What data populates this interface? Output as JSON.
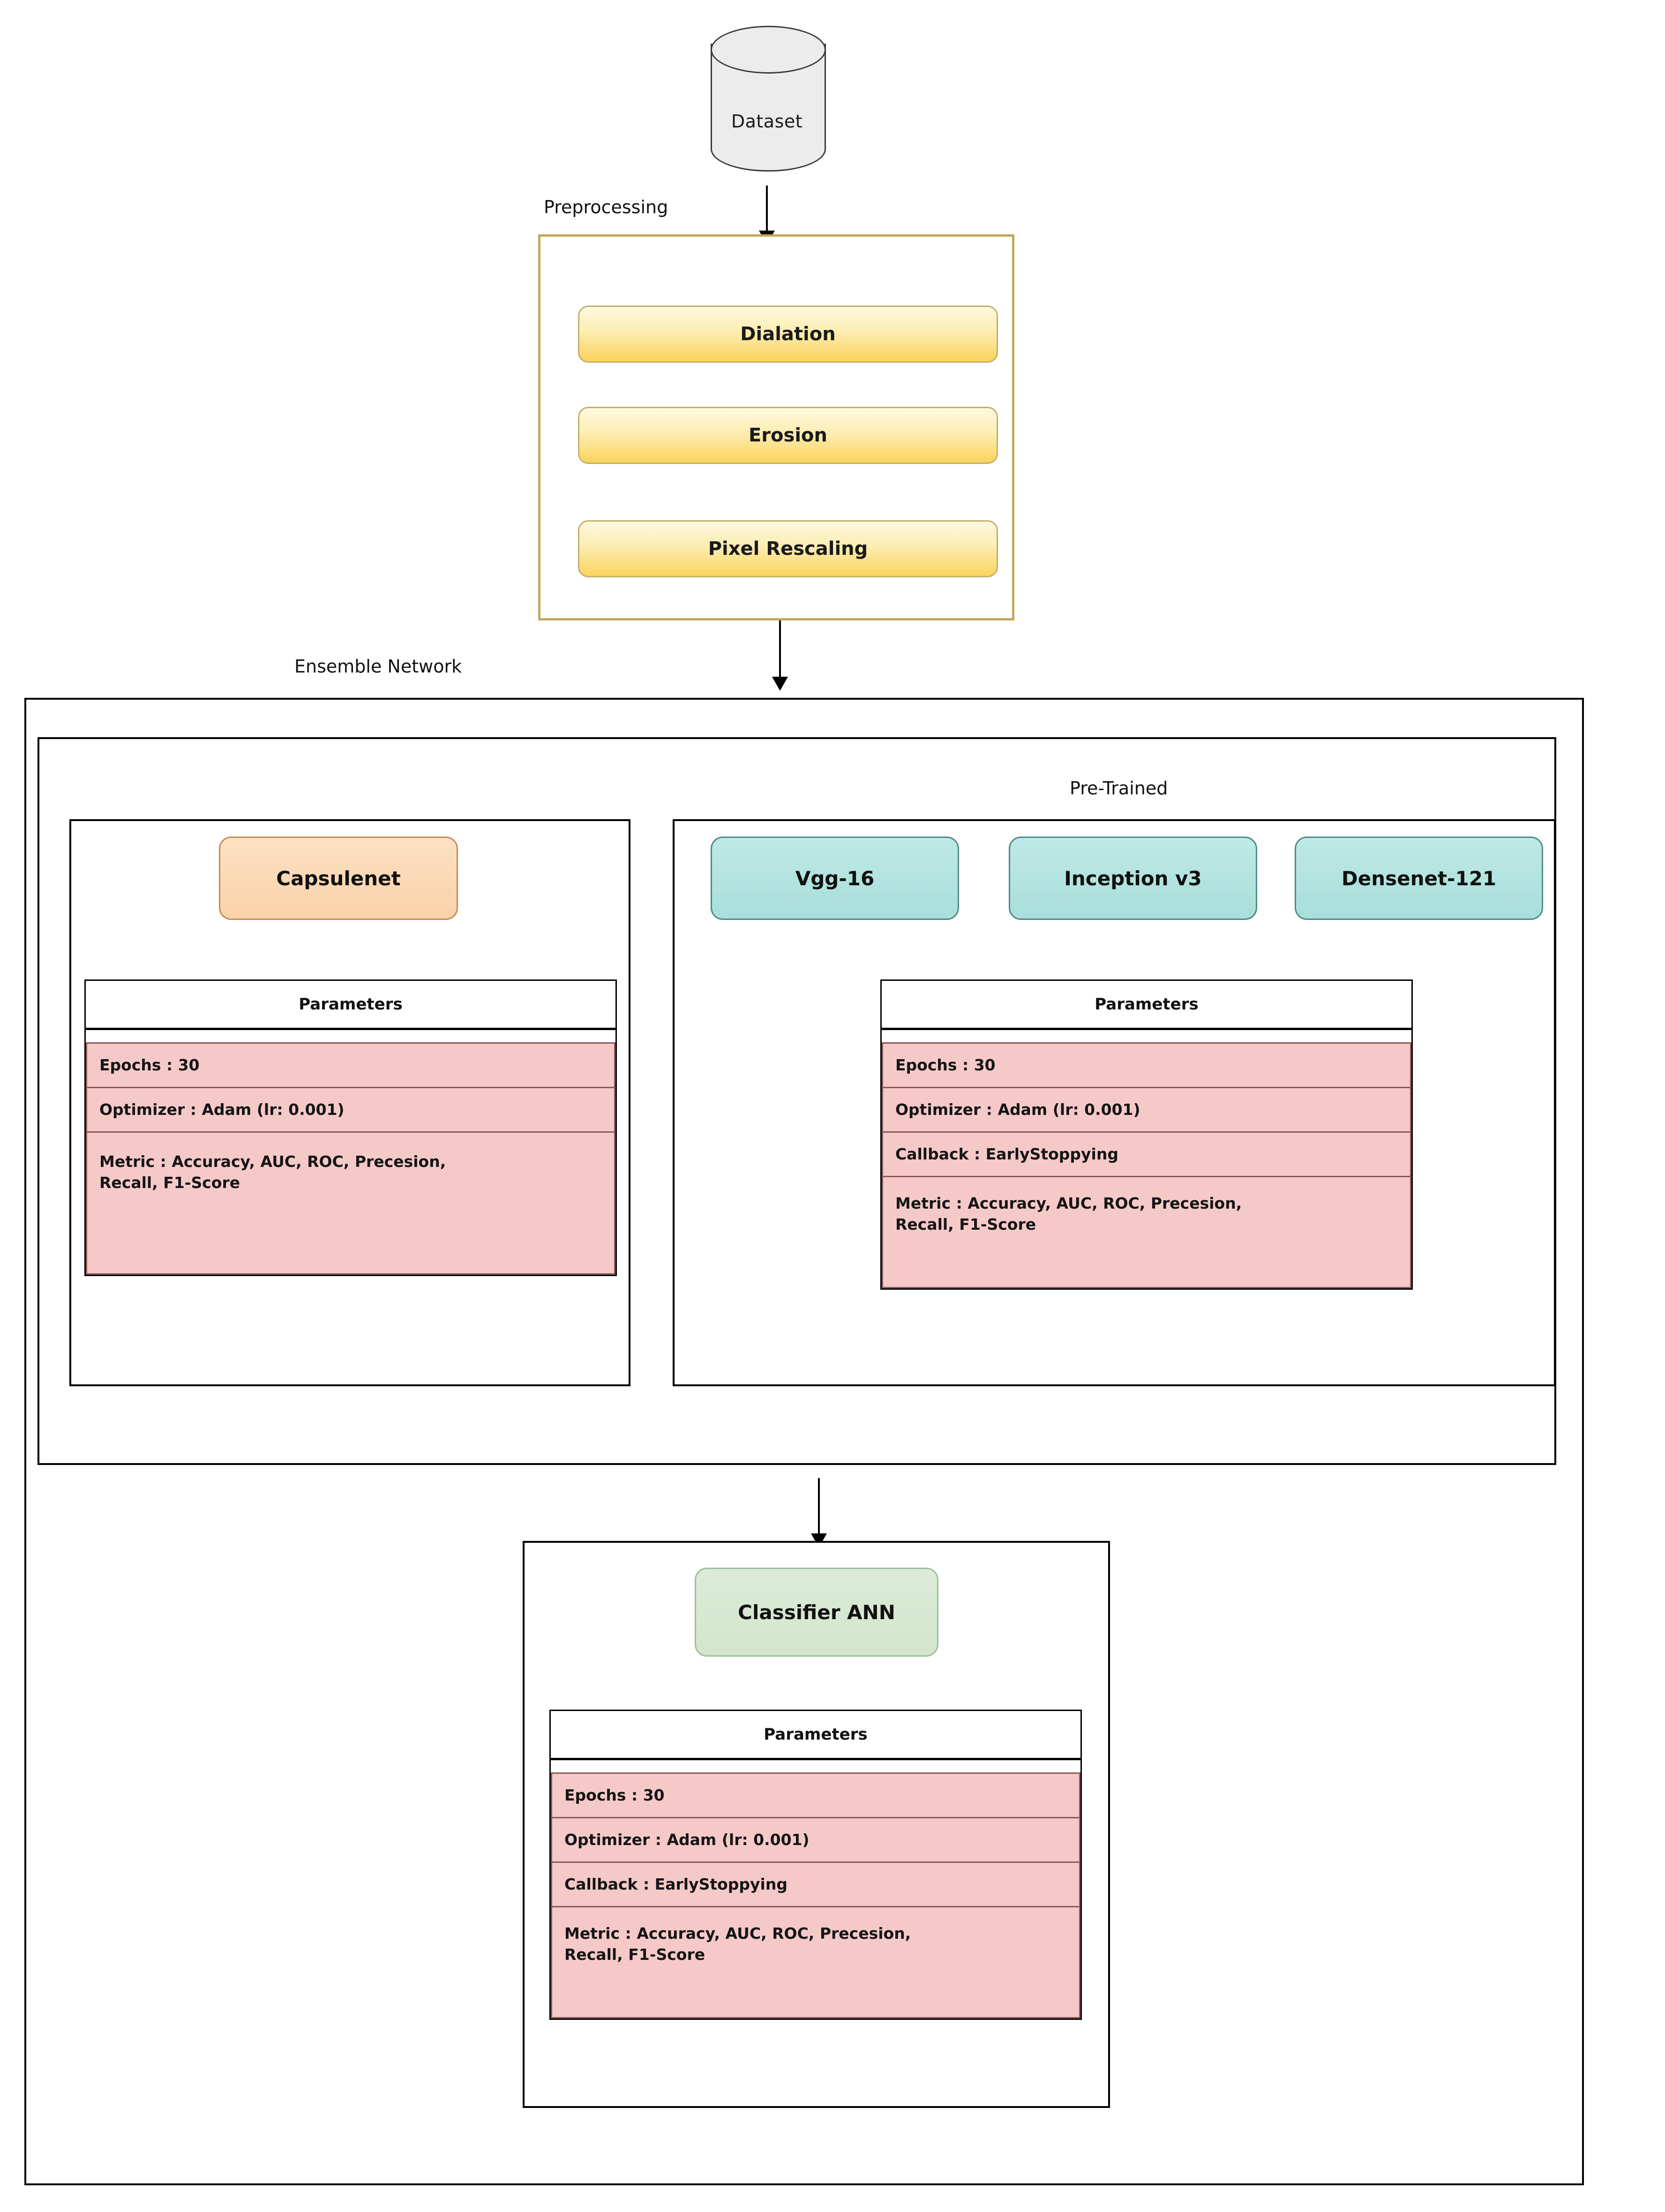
{
  "dataset": {
    "label": "Dataset"
  },
  "preprocessing": {
    "label": "Preprocessing",
    "steps": [
      {
        "label": "Dialation"
      },
      {
        "label": "Erosion"
      },
      {
        "label": "Pixel Rescaling"
      }
    ]
  },
  "ensemble": {
    "label": "Ensemble Network",
    "capsulenet": {
      "label": "Capsulenet",
      "params": {
        "header": "Parameters",
        "rows": [
          "Epochs :  30",
          "Optimizer :  Adam (lr: 0.001)",
          "Metric :  Accuracy,  AUC,  ROC,  Precesion,\n          Recall, F1-Score"
        ]
      }
    },
    "pretrained": {
      "label": "Pre-Trained",
      "models": [
        {
          "label": "Vgg-16"
        },
        {
          "label": "Inception v3"
        },
        {
          "label": "Densenet-121"
        }
      ],
      "params": {
        "header": "Parameters",
        "rows": [
          "Epochs :  30",
          "Optimizer :  Adam (lr: 0.001)",
          "Callback :  EarlyStoppying",
          "Metric :  Accuracy,  AUC,  ROC,  Precesion,\n          Recall, F1-Score"
        ]
      }
    }
  },
  "classifier": {
    "label": "Classifier ANN",
    "params": {
      "header": "Parameters",
      "rows": [
        "Epochs :  30",
        "Optimizer :  Adam (lr: 0.001)",
        "Callback :  EarlyStoppying",
        "Metric :  Accuracy,  AUC,  ROC,  Precesion,\n          Recall, F1-Score"
      ]
    }
  },
  "colors": {
    "preprocessing_border": "#BFA95C",
    "step_fill": "#FBD45D",
    "capsulenet_fill": "#F9D2A8",
    "pretrained_fill": "#A8DEDA",
    "classifier_fill": "#D2E6CC",
    "param_row_fill": "#F6C9C9",
    "outline": "#000000"
  }
}
